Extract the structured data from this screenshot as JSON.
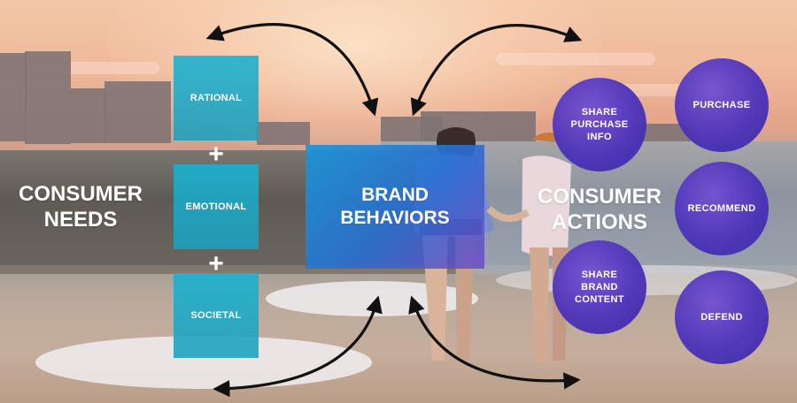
{
  "consumer_needs": {
    "label": "CONSUMER\nNEEDS",
    "items": [
      "RATIONAL",
      "EMOTIONAL",
      "SOCIETAL"
    ],
    "separator": "+"
  },
  "brand_behaviors": {
    "label": "BRAND\nBEHAVIORS"
  },
  "consumer_actions": {
    "label": "CONSUMER\nACTIONS",
    "items": [
      "SHARE\nPURCHASE\nINFO",
      "PURCHASE",
      "RECOMMEND",
      "SHARE\nBRAND\nCONTENT",
      "DEFEND"
    ]
  },
  "colors": {
    "needs_square": "#19b0d0",
    "brand_box": "#2a7fd6",
    "action_circle": "#4b32b9",
    "arrow": "#111111",
    "text": "#ffffff"
  }
}
